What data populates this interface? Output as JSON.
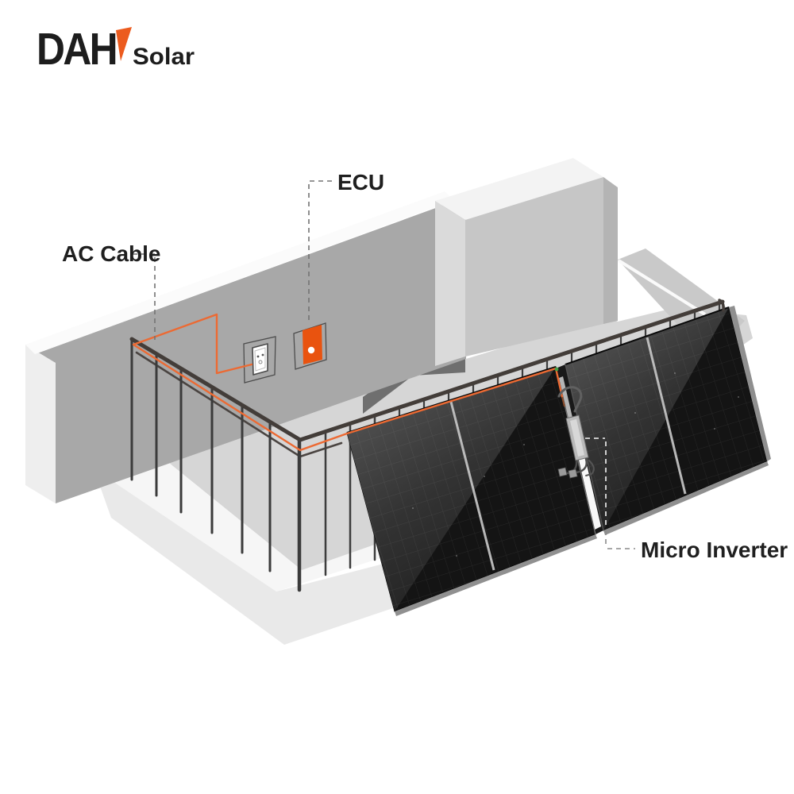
{
  "logo": {
    "brand": "DAH",
    "suffix": "Solar"
  },
  "annotations": {
    "ecu": {
      "label": "ECU"
    },
    "ac_cable": {
      "label": "AC Cable"
    },
    "micro_inverter": {
      "label": "Micro Inverter"
    }
  },
  "colors": {
    "accent_orange": "#EC5B1E",
    "cable_orange": "#EC6A33",
    "ecu_panel_orange": "#E9530F",
    "panel_black": "#141414",
    "back_wall_gray": "#A8A8A8",
    "railing_dark": "#433D39",
    "label_text": "#1F1F1F"
  }
}
